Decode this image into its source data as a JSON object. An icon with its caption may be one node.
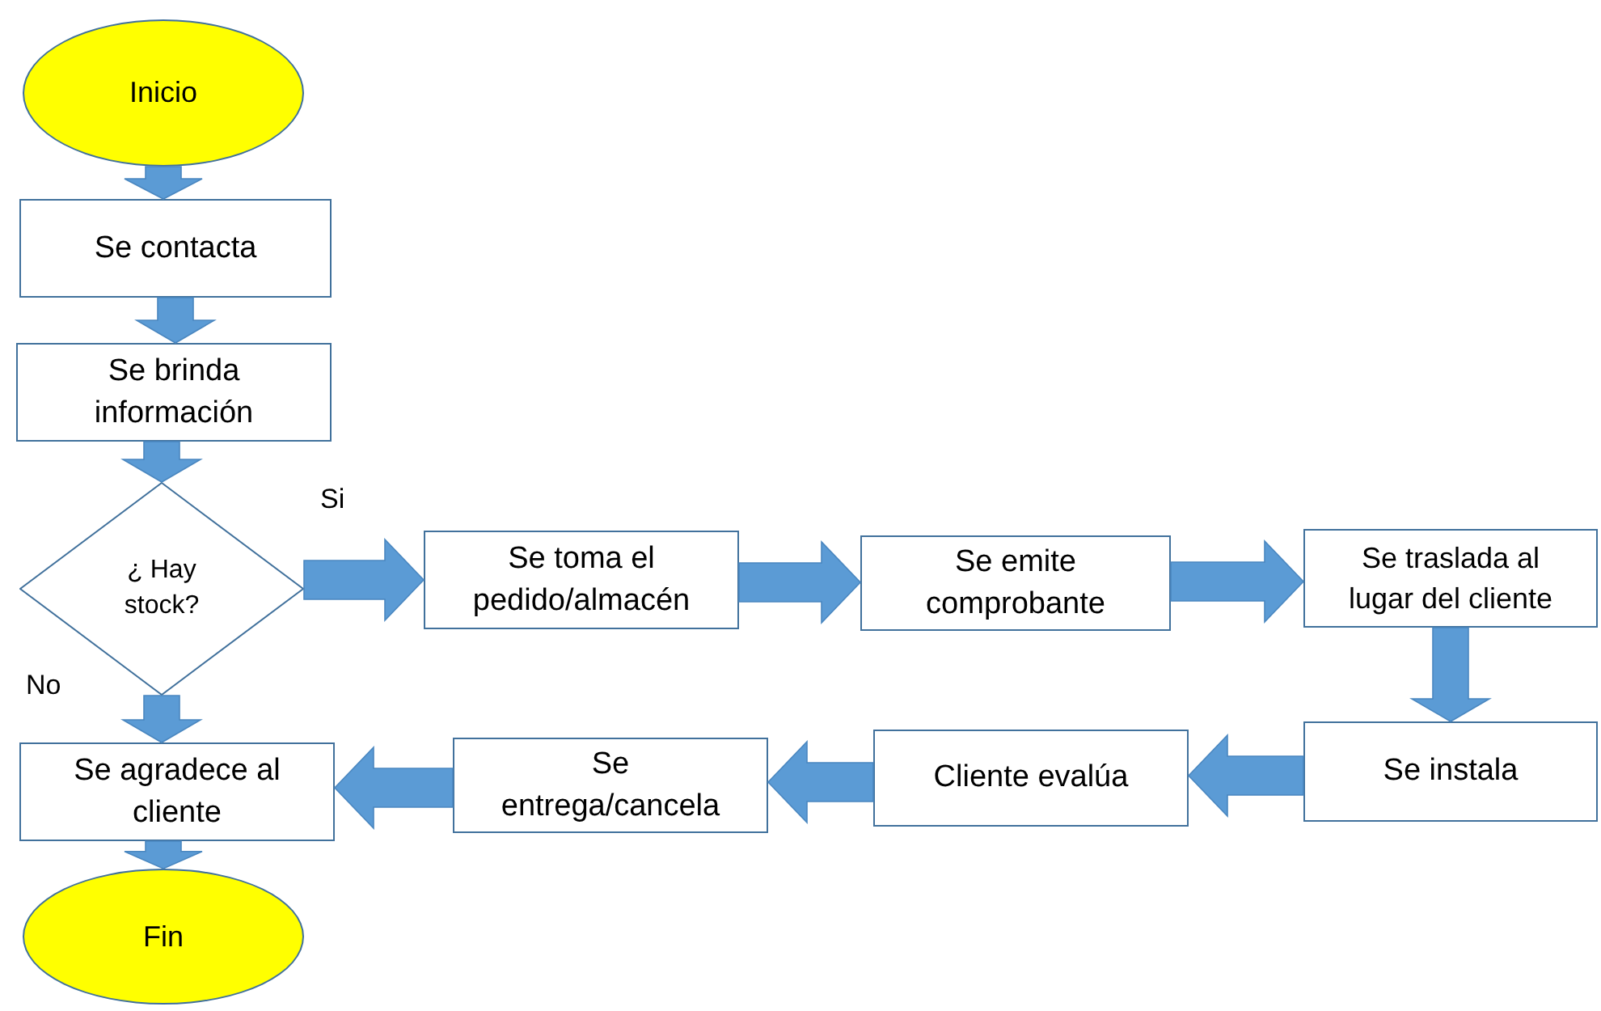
{
  "diagram": {
    "nodes": [
      {
        "text": [
          "Inicio"
        ]
      },
      {
        "text": [
          "Se contacta"
        ]
      },
      {
        "text": [
          "Se brinda información"
        ]
      },
      {
        "text": [
          "¿ Hay stock?"
        ]
      },
      {
        "text": [
          "Se toma el pedido/almacén"
        ]
      },
      {
        "text": [
          "Se emite comprobante"
        ]
      },
      {
        "text": [
          "Se traslada al lugar del cliente"
        ]
      },
      {
        "text": [
          "Se instala"
        ]
      },
      {
        "text": [
          "Cliente evalúa"
        ]
      },
      {
        "text": [
          "Se entrega/cancela"
        ]
      },
      {
        "text": [
          "Se agradece al cliente"
        ]
      },
      {
        "text": [
          "Fin"
        ]
      }
    ],
    "edges": [
      {
        "from": 0,
        "to": 1,
        "arrow": "to"
      },
      {
        "from": 1,
        "to": 2,
        "arrow": "to"
      },
      {
        "from": 2,
        "to": 3,
        "arrow": "to"
      },
      {
        "from": 3,
        "to": 4,
        "arrow": "to",
        "label": "Si"
      },
      {
        "from": 4,
        "to": 5,
        "arrow": "to"
      },
      {
        "from": 5,
        "to": 6,
        "arrow": "to"
      },
      {
        "from": 6,
        "to": 7,
        "arrow": "to"
      },
      {
        "from": 7,
        "to": 8,
        "arrow": "to"
      },
      {
        "from": 8,
        "to": 9,
        "arrow": "to"
      },
      {
        "from": 9,
        "to": 10,
        "arrow": "to"
      },
      {
        "from": 3,
        "to": 10,
        "arrow": "to",
        "label": "No"
      },
      {
        "from": 10,
        "to": 11,
        "arrow": "to"
      }
    ]
  }
}
